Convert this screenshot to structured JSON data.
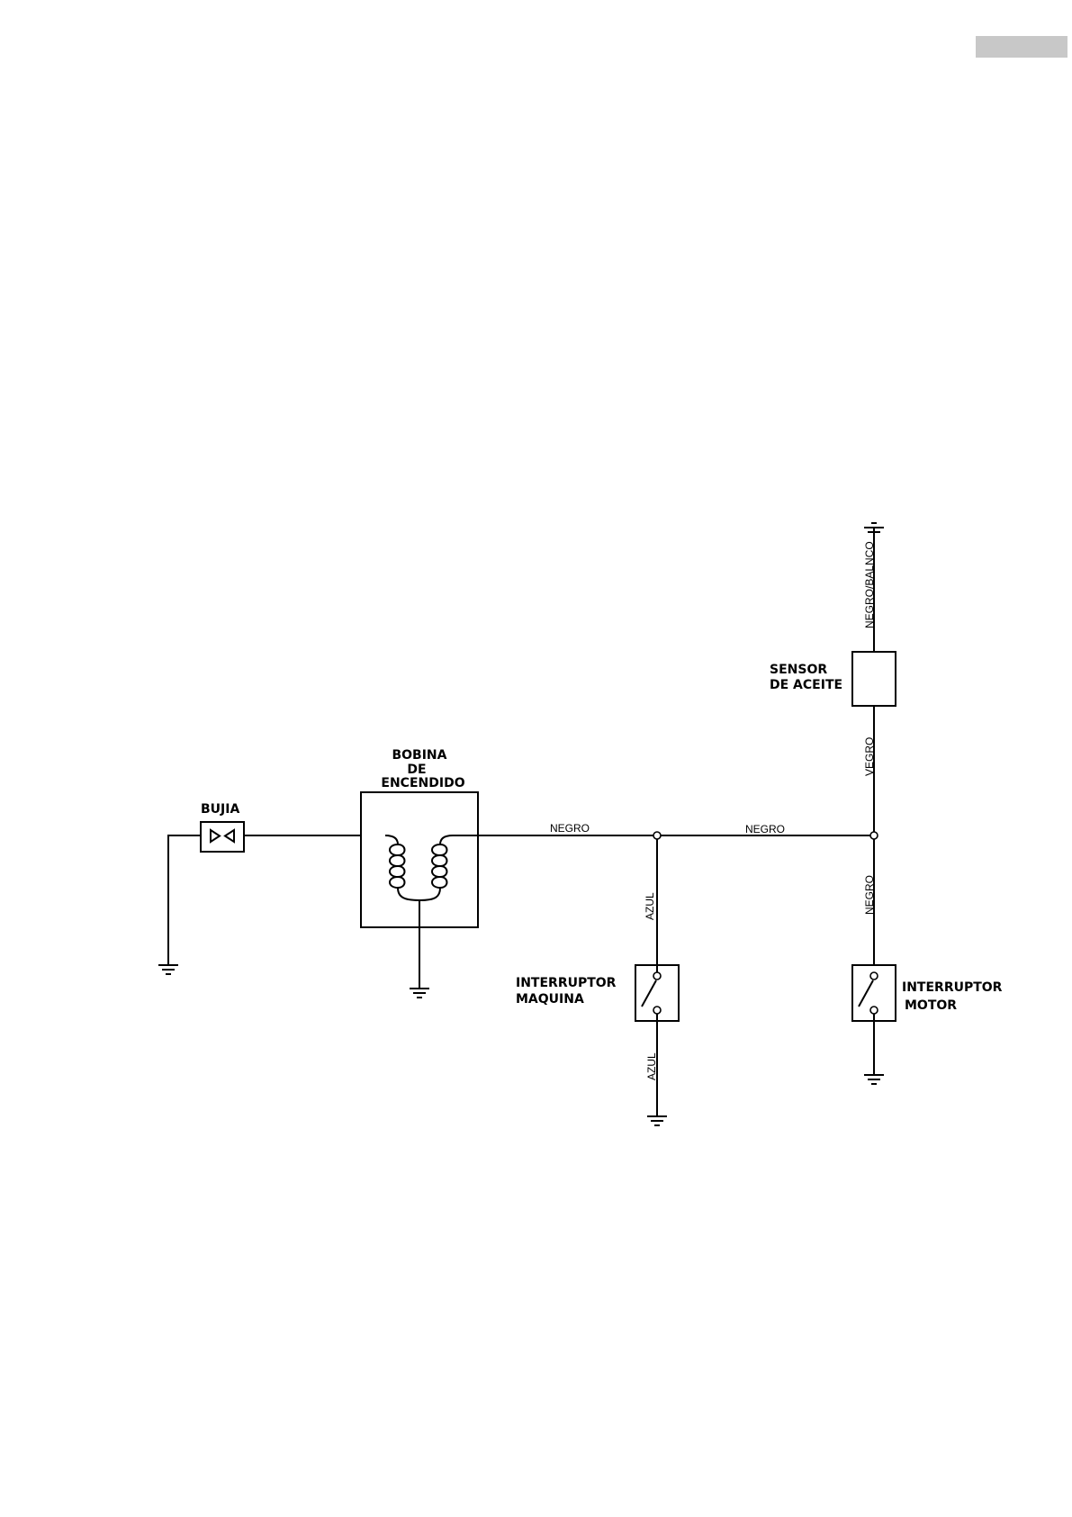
{
  "components": {
    "bujia": "BUJIA",
    "bobina": [
      "BOBINA",
      "DE",
      "ENCENDIDO"
    ],
    "sensor": [
      "SENSOR",
      "DE ACEITE"
    ],
    "interruptor_maquina": [
      "INTERRUPTOR",
      "MAQUINA"
    ],
    "interruptor_motor": [
      "INTERRUPTOR",
      "MOTOR"
    ]
  },
  "wires": {
    "coil_to_junction": "NEGRO",
    "junction_to_junction": "NEGRO",
    "sensor_ground": "NEGRO/BALNCO",
    "sensor_to_junction": "VEGRO",
    "junction_to_motor_switch": "NEGRO",
    "junction_to_machine_switch": "AZUL",
    "machine_switch_ground": "AZUL"
  },
  "colors": {
    "line": "#000000",
    "background": "#ffffff",
    "corner_tab": "#c8c8c8"
  }
}
